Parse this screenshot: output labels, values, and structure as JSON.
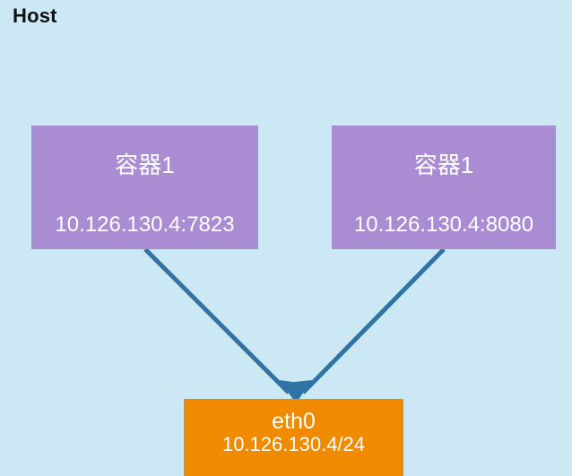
{
  "diagram": {
    "title": "Host",
    "background_color": "#cce8f4",
    "nodes": {
      "container_left": {
        "name": "容器1",
        "address": "10.126.130.4:7823",
        "color": "#aa8cd2"
      },
      "container_right": {
        "name": "容器1",
        "address": "10.126.130.4:8080",
        "color": "#aa8cd2"
      },
      "eth0": {
        "name": "eth0",
        "address": "10.126.130.4/24",
        "color": "#f08a00"
      }
    },
    "edges": {
      "color": "#2f74a4",
      "left_to_eth0": {
        "from": "container_left",
        "to": "eth0"
      },
      "right_to_eth0": {
        "from": "container_right",
        "to": "eth0"
      }
    }
  }
}
